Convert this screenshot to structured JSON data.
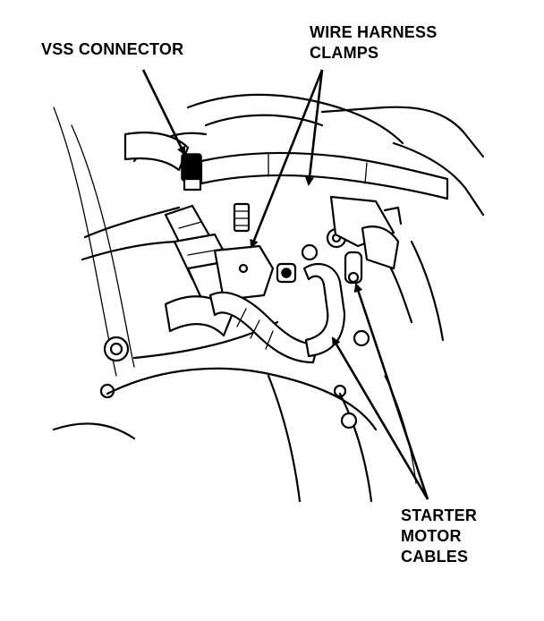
{
  "labels": {
    "vss_connector": "VSS CONNECTOR",
    "wire_harness_line1": "WIRE HARNESS",
    "wire_harness_line2": "CLAMPS",
    "starter_line1": "STARTER",
    "starter_line2": "MOTOR",
    "starter_line3": "CABLES"
  },
  "colors": {
    "ink": "#000000",
    "paper": "#ffffff"
  }
}
